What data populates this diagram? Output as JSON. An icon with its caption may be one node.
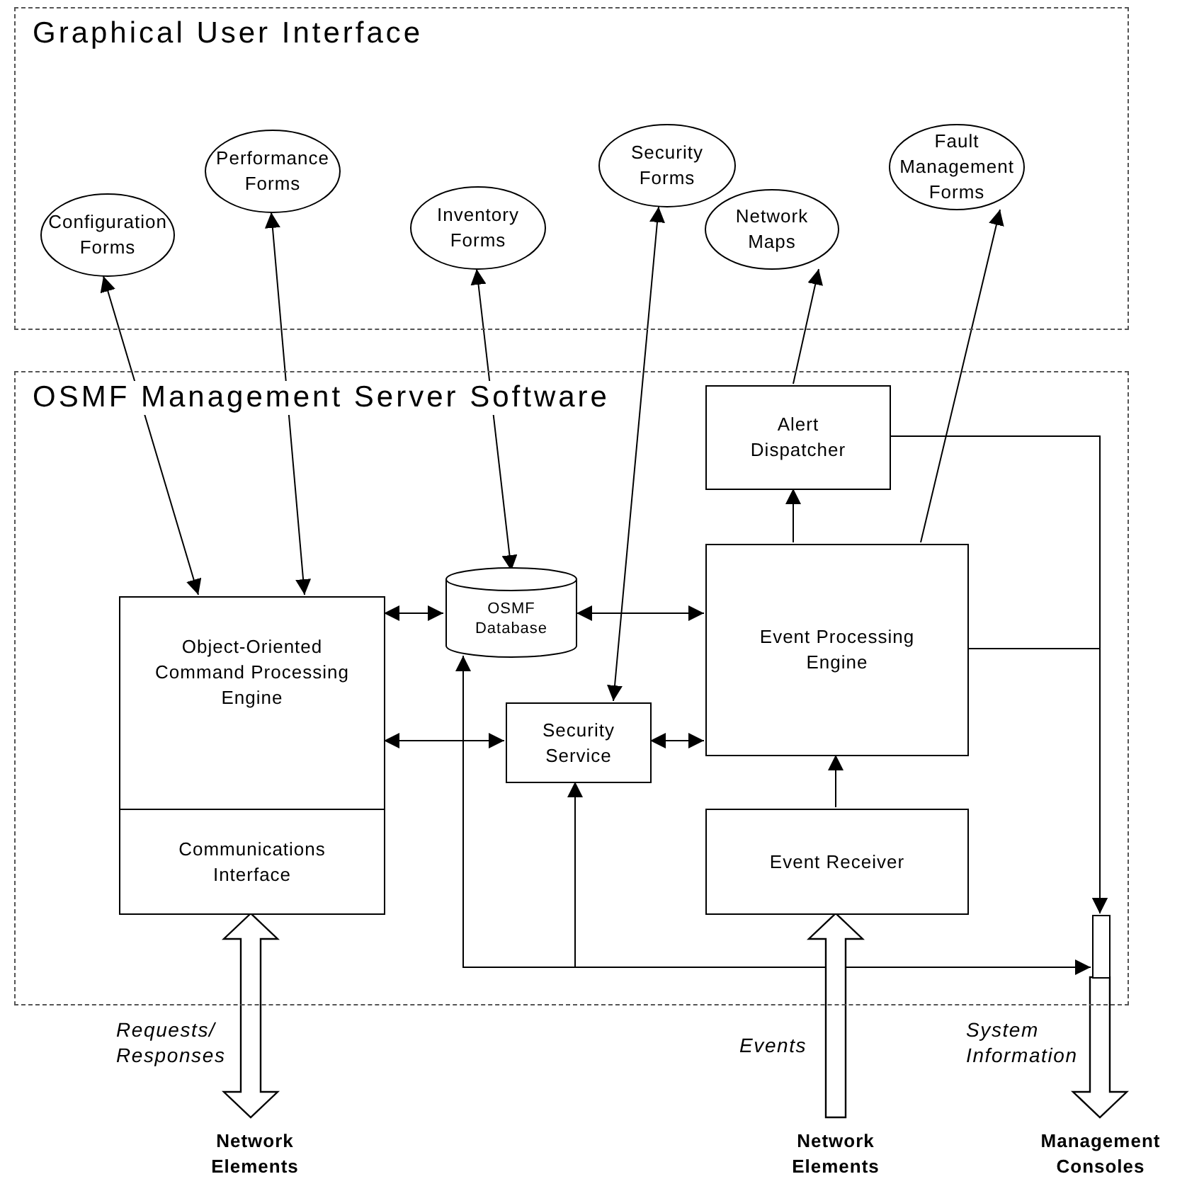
{
  "diagram": {
    "nodes": [
      {
        "text": [
          "Graphical User Interface"
        ]
      },
      {
        "text": [
          "Configuration Forms"
        ],
        "in": 0
      },
      {
        "text": [
          "Performance Forms"
        ],
        "in": 0
      },
      {
        "text": [
          "Inventory Forms"
        ],
        "in": 0
      },
      {
        "text": [
          "Security Forms"
        ],
        "in": 0
      },
      {
        "text": [
          "Network Maps"
        ],
        "in": 0
      },
      {
        "text": [
          "Fault Management Forms"
        ],
        "in": 0
      },
      {
        "text": [
          "OSMF Management Server Software"
        ]
      },
      {
        "text": [
          "Object-Oriented Command Processing Engine"
        ],
        "in": 7
      },
      {
        "text": [
          "Communications Interface"
        ],
        "in": 7
      },
      {
        "text": [
          "OSMF Database"
        ],
        "in": 7
      },
      {
        "text": [
          "Security Service"
        ],
        "in": 7
      },
      {
        "text": [
          "Alert Dispatcher"
        ],
        "in": 7
      },
      {
        "text": [
          "Event Processing Engine"
        ],
        "in": 7
      },
      {
        "text": [
          "Event Receiver"
        ],
        "in": 7
      },
      {
        "text": [],
        "shape": "bar",
        "in": 7
      },
      {
        "text": [
          "Network Elements"
        ]
      },
      {
        "text": [
          "Network Elements"
        ]
      },
      {
        "text": [
          "Management Consoles"
        ]
      }
    ],
    "edges": [
      {
        "from": 1,
        "to": 8,
        "arrow": "both"
      },
      {
        "from": 2,
        "to": 8,
        "arrow": "both"
      },
      {
        "from": 3,
        "to": 10,
        "arrow": "both"
      },
      {
        "from": 4,
        "to": 11,
        "arrow": "both"
      },
      {
        "from": 12,
        "to": 5,
        "arrow": "to"
      },
      {
        "from": 13,
        "to": 6,
        "arrow": "to"
      },
      {
        "from": 13,
        "to": 12,
        "arrow": "to"
      },
      {
        "from": 8,
        "to": 10,
        "arrow": "both"
      },
      {
        "from": 10,
        "to": 13,
        "arrow": "both"
      },
      {
        "from": 8,
        "to": 11,
        "arrow": "both"
      },
      {
        "from": 11,
        "to": 13,
        "arrow": "both"
      },
      {
        "from": 14,
        "to": 13,
        "arrow": "to"
      },
      {
        "from": 12,
        "to": 15,
        "arrow": "to"
      },
      {
        "from": 13,
        "to": 15,
        "arrow": "to"
      },
      {
        "from": 10,
        "to": 15,
        "arrow": "both"
      },
      {
        "from": 10,
        "to": 11,
        "arrow": "to"
      },
      {
        "from": 9,
        "to": 16,
        "arrow": "both",
        "label": "Requests/ Responses",
        "style": "thick"
      },
      {
        "from": 17,
        "to": 14,
        "arrow": "to",
        "label": "Events",
        "style": "thick"
      },
      {
        "from": 15,
        "to": 18,
        "arrow": "to",
        "label": "System Information",
        "style": "thick"
      }
    ]
  }
}
